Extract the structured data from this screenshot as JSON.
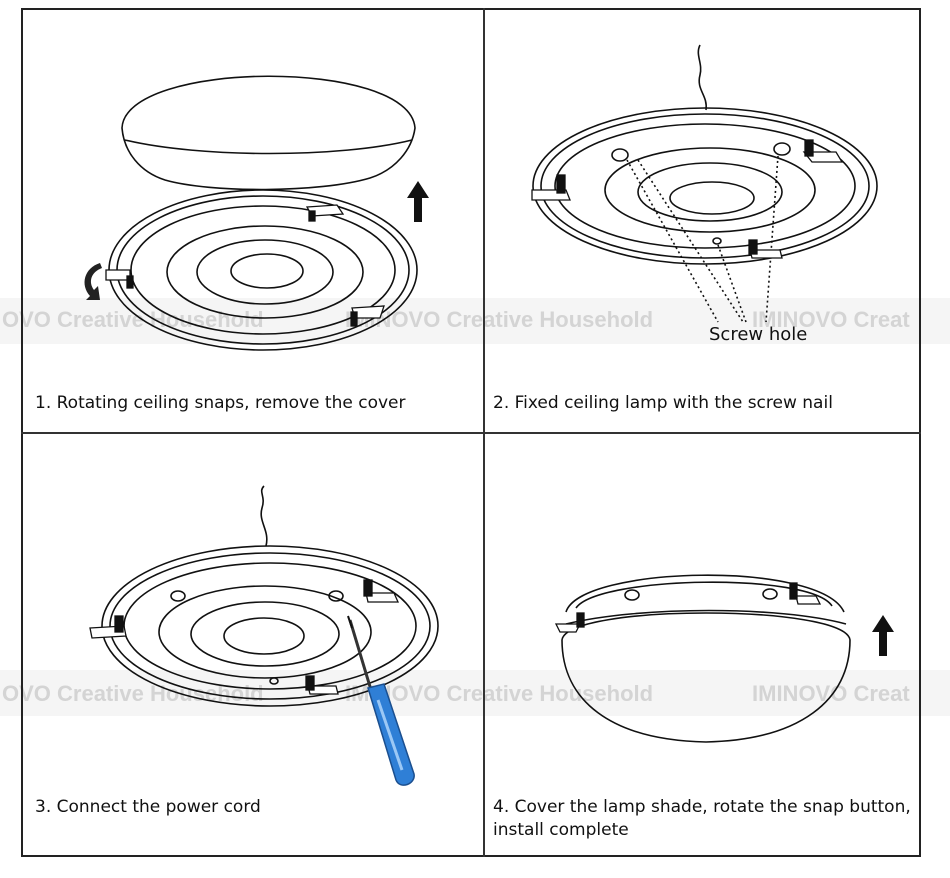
{
  "steps": [
    {
      "caption": "1. Rotating ceiling snaps, remove the cover"
    },
    {
      "caption": "2. Fixed ceiling lamp with the screw nail",
      "callout": "Screw hole"
    },
    {
      "caption": "3. Connect the power cord"
    },
    {
      "caption": "4. Cover the lamp shade, rotate the snap button,\ninstall complete"
    }
  ],
  "watermarks": [
    "OVO Creative Household",
    "IMINOVO Creative Household",
    "IMINOVO Creat",
    "OVO Creative Household",
    "IMINOVO Creative Household",
    "IMINOVO Creat"
  ],
  "colors": {
    "line": "#111111",
    "screwdriver_handle": "#2f7fd6"
  },
  "icons": [
    "rotate-arrow-icon",
    "up-arrow-icon",
    "screwdriver-icon"
  ]
}
